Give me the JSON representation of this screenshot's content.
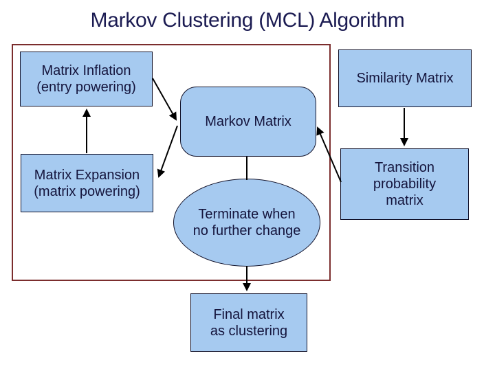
{
  "title": "Markov Clustering (MCL) Algorithm",
  "nodes": {
    "matrix_inflation": {
      "label": "Matrix Inflation\n(entry powering)",
      "shape": "rectangle"
    },
    "similarity_matrix": {
      "label": "Similarity Matrix",
      "shape": "rectangle"
    },
    "markov_matrix": {
      "label": "Markov Matrix",
      "shape": "rounded-rectangle"
    },
    "transition_probability": {
      "label": "Transition\nprobability\nmatrix",
      "shape": "rectangle"
    },
    "matrix_expansion": {
      "label": "Matrix Expansion\n(matrix powering)",
      "shape": "rectangle"
    },
    "terminate": {
      "label": "Terminate when\nno further change",
      "shape": "ellipse"
    },
    "final_matrix": {
      "label": "Final matrix\nas clustering",
      "shape": "rectangle"
    }
  },
  "edges": [
    {
      "from": "matrix_inflation",
      "to": "markov_matrix",
      "arrowhead": true
    },
    {
      "from": "markov_matrix",
      "to": "matrix_expansion",
      "arrowhead": true
    },
    {
      "from": "matrix_expansion",
      "to": "matrix_inflation",
      "arrowhead": true
    },
    {
      "from": "similarity_matrix",
      "to": "transition_probability",
      "arrowhead": true
    },
    {
      "from": "transition_probability",
      "to": "markov_matrix",
      "arrowhead": true
    },
    {
      "from": "markov_matrix",
      "to": "terminate",
      "arrowhead": false
    },
    {
      "from": "terminate",
      "to": "final_matrix",
      "arrowhead": true
    }
  ],
  "colors": {
    "background": "#ffffff",
    "node_fill": "#a6caf0",
    "node_border": "#101028",
    "container_border": "#7b2d2d",
    "title_color": "#1b1b52",
    "text_color": "#14143c",
    "arrow_color": "#000000"
  }
}
